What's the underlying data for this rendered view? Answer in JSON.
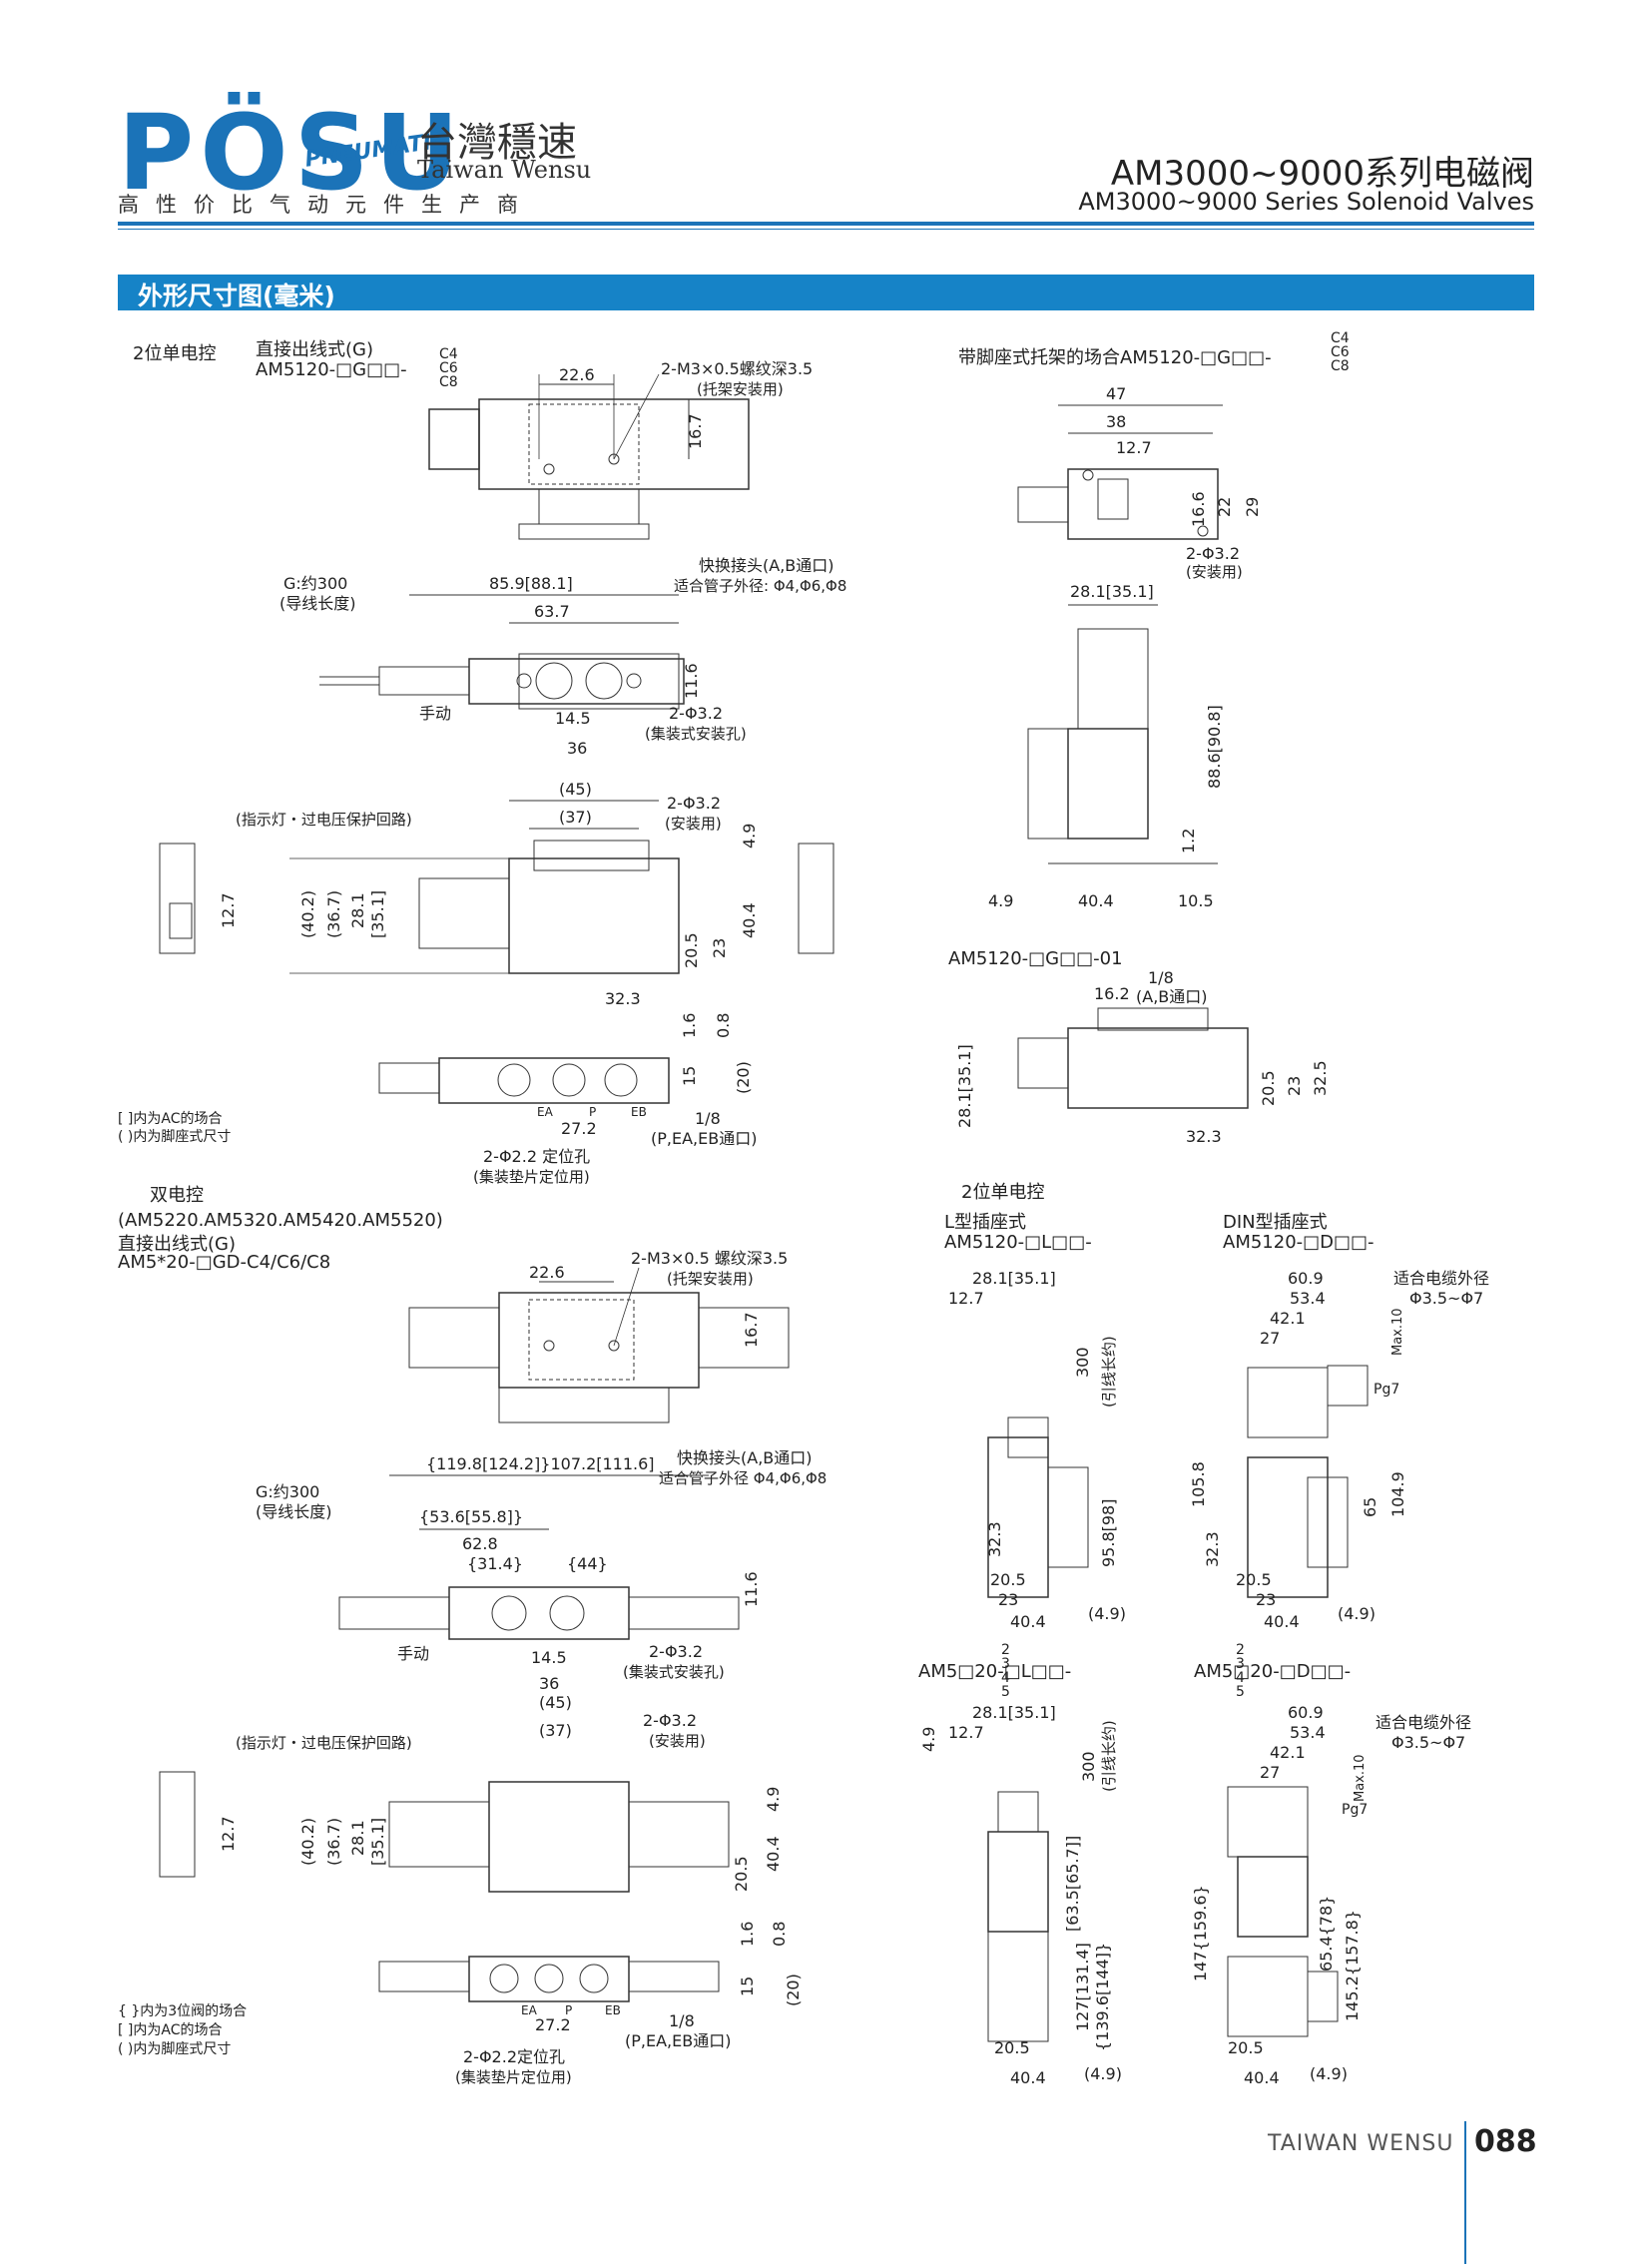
{
  "header": {
    "logo_text": "PÖSU",
    "logo_sub": "PNEUMATIC",
    "brand_cn": "台灣穩速",
    "brand_en": "Taiwan Wensu",
    "slogan": [
      "高",
      "性",
      "价",
      "比",
      "气",
      "动",
      "元",
      "件",
      "生",
      "产",
      "商"
    ],
    "title_cn": "AM3000~9000系列电磁阀",
    "title_en": "AM3000~9000 Series Solenoid Valves"
  },
  "section": {
    "title": "外形尺寸图(毫米)"
  },
  "left": {
    "single_title": "2位单电控",
    "single_sub": "直接出线式(G)",
    "single_model": "AM5120-□G□□-",
    "codes": [
      "C4",
      "C6",
      "C8"
    ],
    "dim_226": "22.6",
    "screw_note": "2-M3×0.5螺纹深3.5",
    "screw_note2": "(托架安装用)",
    "dim_167": "16.7",
    "g_lead": "G:约300",
    "g_lead2": "(导线长度)",
    "dim_859": "85.9[88.1]",
    "dim_637": "63.7",
    "quick_joint": "快换接头(A,B通口)",
    "tube_od": "适合管子外径: Φ4,Φ6,Φ8",
    "dim_116": "11.6",
    "manual": "手动",
    "dim_145": "14.5",
    "dim_36": "36",
    "hole_32": "2-Φ3.2",
    "hole_32_note": "(集装式安装孔)",
    "indicator": "(指示灯・过电压保护回路)",
    "dim_45": "(45)",
    "dim_37": "(37)",
    "mount_note": "(安装用)",
    "dim_49": "4.9",
    "dim_402": "(40.2)",
    "dim_367": "(36.7)",
    "dim_281": "28.1",
    "dim_351": "[35.1]",
    "dim_127": "12.7",
    "dim_404": "40.4",
    "dim_205": "20.5",
    "dim_23": "23",
    "dim_323": "32.3",
    "dim_16": "1.6",
    "dim_08": "0.8",
    "dim_15": "15",
    "dim_20": "(20)",
    "dim_272": "27.2",
    "port_18": "1/8",
    "port_note": "(P,EA,EB通口)",
    "pin_22": "2-Φ2.2 定位孔",
    "pin_22_note": "(集装垫片定位用)",
    "port_ea": "EA",
    "port_p": "P",
    "port_eb": "EB",
    "note_ac": "[ ]内为AC的场合",
    "note_foot": "( )内为脚座式尺寸",
    "double_title": "双电控",
    "double_models": "(AM5220.AM5320.AM5420.AM5520)",
    "double_sub": "直接出线式(G)",
    "double_model": "AM5*20-□GD-C4/C6/C8",
    "d_screw_note": "2-M3×0.5 螺纹深3.5",
    "d_dim_long": "{119.8[124.2]}107.2[111.6]",
    "d_dim_536": "{53.6[55.8]}",
    "d_dim_628": "62.8",
    "d_dim_314": "{31.4}",
    "d_dim_44": "{44}",
    "d_quick_joint": "快换接头(A,B通口)",
    "d_tube_od": "适合管子外径 Φ4,Φ6,Φ8",
    "d_hole_32": "2-Φ3.2",
    "d_hole_note": "(集装式安装孔)",
    "d_pin": "2-Φ2.2定位孔",
    "d_pin_note": "(集装垫片定位用)",
    "d_note_3pos": "{ }内为3位阀的场合"
  },
  "right": {
    "bracket_title": "带脚座式托架的场合AM5120-□G□□-",
    "dim_47": "47",
    "dim_38": "38",
    "dim_127": "12.7",
    "dim_166": "16.6",
    "dim_22": "22",
    "dim_29": "29",
    "hole_32": "2-Φ3.2",
    "mount_note": "(安装用)",
    "dim_281": "28.1[35.1]",
    "dim_886": "88.6[90.8]",
    "dim_12": "1.2",
    "dim_49": "4.9",
    "dim_404": "40.4",
    "dim_105": "10.5",
    "model_01": "AM5120-□G□□-01",
    "dim_162": "16.2",
    "port_18": "1/8",
    "port_ab": "(A,B通口)",
    "dim_2811": "28.1[35.1]",
    "dim_205": "20.5",
    "dim_23": "23",
    "dim_325": "32.5",
    "dim_323": "32.3",
    "single_title": "2位单电控",
    "l_type": "L型插座式",
    "l_model": "AM5120-□L□□-",
    "din_type": "DIN型插座式",
    "din_model": "AM5120-□D□□-",
    "l_dim_281": "28.1[35.1]",
    "l_dim_127": "12.7",
    "l_dim_300": "300",
    "l_lead": "(引线长约)",
    "l_dim_958": "95.8[98]",
    "l_dim_323": "32.3",
    "l_dim_205": "20.5",
    "l_dim_23": "23",
    "l_dim_404": "40.4",
    "l_dim_49": "(4.9)",
    "din_609": "60.9",
    "din_534": "53.4",
    "din_421": "42.1",
    "din_27": "27",
    "cable_od": "适合电缆外径",
    "cable_range": "Φ3.5~Φ7",
    "max10": "Max.10",
    "pg7": "Pg7",
    "din_1058": "105.8",
    "din_1049": "104.9",
    "din_65": "65",
    "din_323": "32.3",
    "din_205": "20.5",
    "din_23": "23",
    "din_404": "40.4",
    "din_49": "(4.9)",
    "multi_l_model": "AM5□20-□L□□-",
    "multi_d_model": "AM5□20-□D□□-",
    "multi_digits": [
      "2",
      "3",
      "4",
      "5"
    ],
    "ml_dim_635": "[63.5[65.7]]",
    "ml_dim_131": "127[131.4]",
    "ml_dim_1396": "{139.6[144]}",
    "md_dim_1596": "147{159.6}",
    "md_dim_654": "65.4{78}",
    "md_dim_1452": "145.2{157.8}"
  },
  "footer": {
    "brand": "TAIWAN WENSU",
    "page": "088"
  },
  "colors": {
    "accent": "#1b73b8",
    "bar": "#1683c7"
  }
}
